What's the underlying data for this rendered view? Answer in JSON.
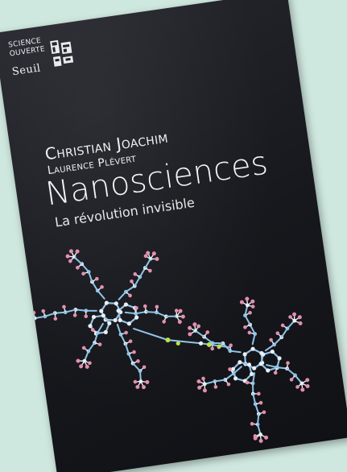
{
  "book": {
    "series_line1": "SCIENCE",
    "series_line2": "OUVERTE",
    "publisher": "Seuil",
    "author1": "Christian Joachim",
    "author2": "Laurence Plévert",
    "title": "Nanosciences",
    "subtitle": "La révolution invisible",
    "illustration": "molecular-structure-image"
  },
  "colors": {
    "background": "#cfe8df",
    "cover": "#1c1d22",
    "text": "#f1f1f3",
    "atom_pink": "#e58fb0",
    "atom_blue": "#8fc3e8",
    "atom_white": "#e9eef5",
    "atom_green": "#b6e34a"
  }
}
